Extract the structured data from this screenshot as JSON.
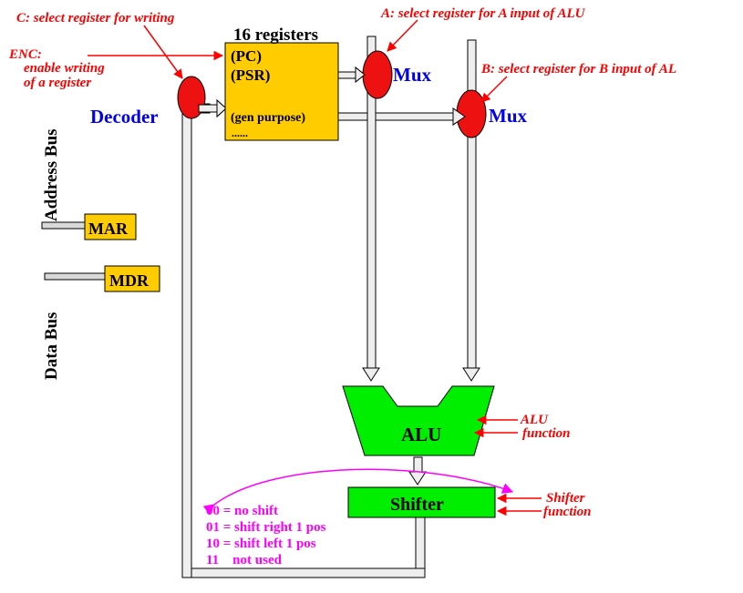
{
  "colors": {
    "control_red": "#ff0000",
    "mux_fill": "#ee1111",
    "register_fill": "#ffcc00",
    "alu_fill": "#00ee00",
    "label_blue": "#0000ee",
    "shift_magenta": "#ff00ff"
  },
  "annotations": {
    "select_write": "C: select register for writing",
    "select_a": "A: select register for A input of ALU",
    "select_b": "B: select register for B input of AL",
    "enc_title": "ENC:",
    "enc_line1": "enable writing",
    "enc_line2": "of a register",
    "alu_fn_line1": "ALU",
    "alu_fn_line2": "function",
    "shifter_fn_line1": "Shifter",
    "shifter_fn_line2": "function"
  },
  "registers": {
    "title": "16 registers",
    "pc": "(PC)",
    "psr": "(PSR)",
    "gp": "(gen purpose)",
    "more": "......"
  },
  "labels": {
    "decoder": "Decoder",
    "mux_a": "Mux",
    "mux_b": "Mux",
    "alu": "ALU",
    "shifter": "Shifter",
    "mar": "MAR",
    "mdr": "MDR",
    "address_bus": "Address Bus",
    "data_bus": "Data Bus"
  },
  "shift_codes": [
    "00 = no shift",
    "01 = shift right 1 pos",
    "10 = shift left 1 pos",
    "11    not used"
  ]
}
